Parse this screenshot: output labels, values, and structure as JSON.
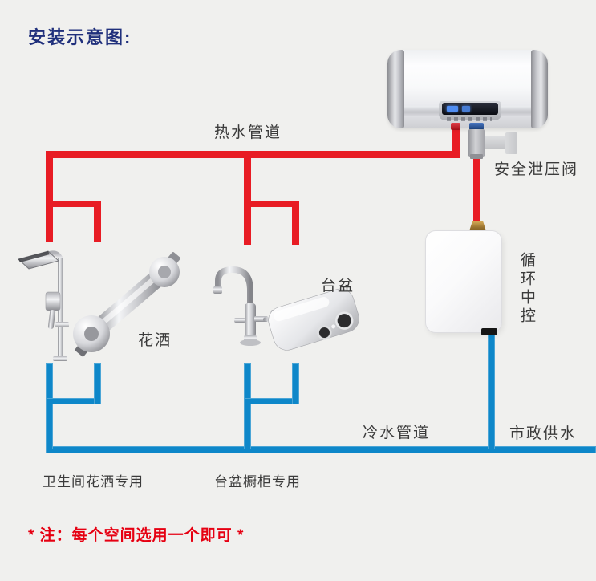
{
  "title": "安装示意图:",
  "colors": {
    "hot_pipe": "#e81c24",
    "cold_pipe": "#0e87c9",
    "title": "#20307c",
    "note": "#e60012",
    "label_text": "#3b3b3b"
  },
  "labels": {
    "hot_pipe": "热水管道",
    "relief_valve": "安全泄压阀",
    "circulation_control": "循环中控",
    "basin": "台盆",
    "shower": "花洒",
    "cold_pipe": "冷水管道",
    "municipal_supply": "市政供水",
    "bathroom_shower": "卫生间花洒专用",
    "basin_cabinet": "台盆橱柜专用",
    "note": "* 注：每个空间选用一个即可 *"
  }
}
